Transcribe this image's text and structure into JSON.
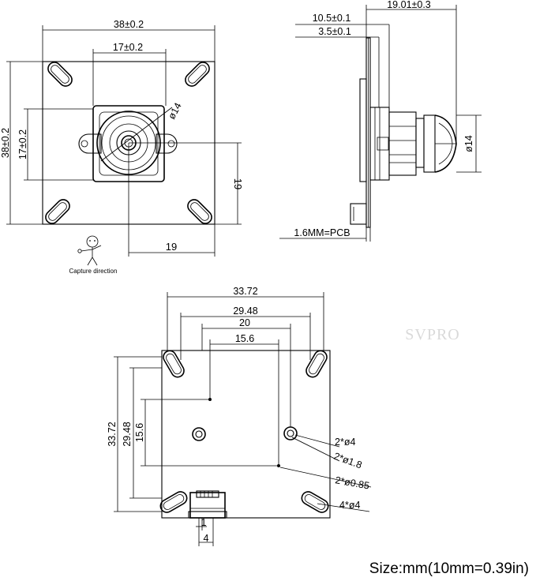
{
  "front_view": {
    "width_outer": "38±0.2",
    "width_module": "17±0.2",
    "height_outer": "38±0.2",
    "height_module": "17±0.2",
    "lens_diameter": "ø14",
    "offset_vertical": "19",
    "offset_horizontal": "19",
    "capture_direction": "Capture direction"
  },
  "side_view": {
    "total_depth": "19.01±0.3",
    "depth_a": "10.5±0.1",
    "depth_b": "3.5±0.1",
    "lens_diameter": "ø14",
    "pcb_label": "1.6MM=PCB"
  },
  "back_view": {
    "outer_width": "33.72",
    "hole_span_width": "29.48",
    "inner_width": "20",
    "inner_small_width": "15.6",
    "outer_height": "33.72",
    "hole_span_height": "29.48",
    "inner_small_height": "15.6",
    "callout_1": "2*ø4",
    "callout_2": "2*ø1.8",
    "callout_3": "2*ø0.85",
    "callout_4": "4*ø4",
    "connector_dim_1": "1",
    "connector_dim_2": "4"
  },
  "watermark": "SVPRO",
  "footer": "Size:mm(10mm=0.39in)"
}
